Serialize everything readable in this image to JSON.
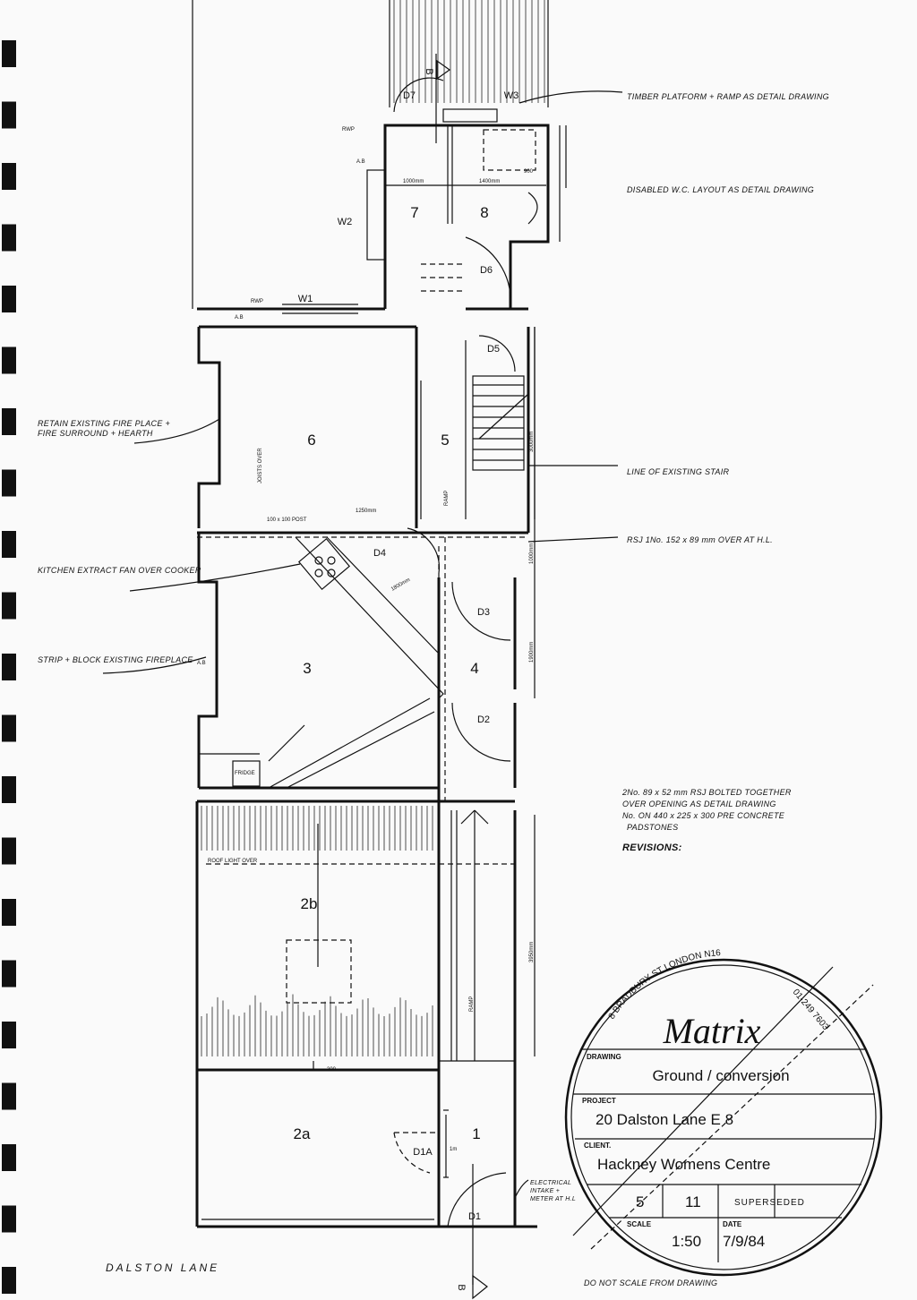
{
  "rooms": {
    "r1": "1",
    "r2a": "2a",
    "r2b": "2b",
    "r3": "3",
    "r4": "4",
    "r5": "5",
    "r6": "6",
    "r7": "7",
    "r8": "8"
  },
  "doors": {
    "d1": "D1",
    "d1a": "D1A",
    "d2": "D2",
    "d3": "D3",
    "d4": "D4",
    "d5": "D5",
    "d6": "D6",
    "d7": "D7"
  },
  "windows": {
    "w1": "W1",
    "w2": "W2",
    "w3": "W3"
  },
  "section_marker": "B",
  "small_labels": {
    "ab": "A.B",
    "rwp": "RWP",
    "ramp": "RAMP",
    "roof_light": "ROOF LIGHT OVER",
    "fridge": "FRIDGE",
    "post": "100 x 100 POST",
    "joists": "JOISTS OVER"
  },
  "dimensions": {
    "d1000a": "1000mm",
    "d1400": "1400mm",
    "d900": "900",
    "d1250": "1250mm",
    "d3000": "3000mm",
    "d1000b": "1000mm",
    "d1900": "1900mm",
    "d3950": "3950mm",
    "d300": "300",
    "d1m": "1m",
    "d1800": "1800mm"
  },
  "annotations": {
    "timber": "TIMBER PLATFORM + RAMP AS DETAIL DRAWING",
    "wc": "DISABLED W.C. LAYOUT AS DETAIL DRAWING",
    "fireplace": "RETAIN EXISTING FIRE PLACE + FIRE SURROUND + HEARTH",
    "stair": "LINE OF EXISTING STAIR",
    "rsj": "RSJ 1No. 152 x 89 mm OVER AT H.L.",
    "extract": "KITCHEN EXTRACT FAN OVER COOKER",
    "strip": "STRIP + BLOCK EXISTING FIREPLACE",
    "rsj2_line1": "2No. 89 x 52 mm RSJ BOLTED TOGETHER",
    "rsj2_line2": "OVER OPENING AS DETAIL DRAWING",
    "rsj2_line3": "No.      ON 440 x 225 x 300 PRE CONCRETE",
    "rsj2_line4": "PADSTONES",
    "revisions": "REVISIONS:",
    "electrical": "ELECTRICAL INTAKE + METER AT H.L",
    "street": "DALSTON LANE",
    "do_not_scale": "DO NOT SCALE FROM DRAWING"
  },
  "title_block": {
    "address": "8 BRADBURY ST LONDON N16",
    "phone": "01-249 7603",
    "logo": "Matrix",
    "drawing_label": "DRAWING",
    "drawing": "Ground / conversion",
    "project_label": "PROJECT",
    "project": "20 Dalston Lane     E 8",
    "client_label": "CLIENT.",
    "client": "Hackney Womens Centre",
    "job_no": "5",
    "sheet_no": "11",
    "scale_label": "SCALE",
    "scale": "1:50",
    "date_label": "DATE",
    "date": "7/9/84",
    "stamp": "SUPERSEDED"
  }
}
